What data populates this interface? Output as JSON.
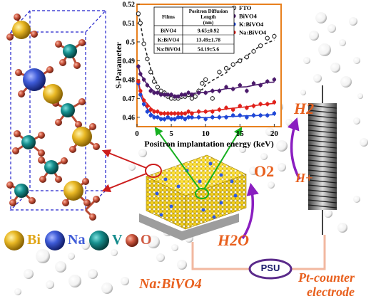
{
  "crystal_legend": [
    {
      "symbol": "Bi",
      "color": "#e6b422"
    },
    {
      "symbol": "Na",
      "color": "#3e5bd8"
    },
    {
      "symbol": "V",
      "color": "#138b8c"
    },
    {
      "symbol": "O",
      "color": "#d05a42"
    }
  ],
  "chart_data": {
    "type": "scatter",
    "xlabel": "Positron implantation energy (keV)",
    "ylabel": "S-Parameter",
    "xlim": [
      0,
      21
    ],
    "ylim": [
      0.455,
      0.52
    ],
    "xticks": [
      "0",
      "5",
      "10",
      "15",
      "20"
    ],
    "yticks": [
      "0.46",
      "0.47",
      "0.48",
      "0.49",
      "0.5",
      "0.51",
      "0.52"
    ],
    "series": [
      {
        "name": "FTO",
        "color": "#222222",
        "marker": "open-circle",
        "x": [
          0.2,
          0.5,
          1,
          1.5,
          2,
          2.5,
          3,
          3.5,
          4,
          4.5,
          5,
          5.5,
          6,
          6.5,
          7,
          7.5,
          8,
          8.5,
          9,
          9.5,
          10,
          11,
          12,
          13,
          14,
          15,
          16,
          17,
          18,
          19,
          20
        ],
        "y": [
          0.515,
          0.51,
          0.499,
          0.491,
          0.484,
          0.479,
          0.476,
          0.474,
          0.473,
          0.471,
          0.47,
          0.47,
          0.47,
          0.471,
          0.471,
          0.472,
          0.47,
          0.471,
          0.474,
          0.478,
          0.48,
          0.47,
          0.484,
          0.486,
          0.488,
          0.49,
          0.492,
          0.495,
          0.498,
          0.502,
          0.503
        ]
      },
      {
        "name": "BiVO4",
        "color": "#4b1a6b",
        "marker": "filled-circle",
        "x": [
          0.2,
          0.5,
          1,
          1.5,
          2,
          2.5,
          3,
          3.5,
          4,
          4.5,
          5,
          5.5,
          6,
          6.5,
          7,
          7.5,
          8,
          9,
          10,
          11,
          12,
          13,
          14,
          15,
          16,
          17,
          18,
          19,
          20
        ],
        "y": [
          0.487,
          0.483,
          0.48,
          0.477,
          0.474,
          0.473,
          0.473,
          0.472,
          0.472,
          0.472,
          0.472,
          0.471,
          0.471,
          0.472,
          0.472,
          0.473,
          0.472,
          0.473,
          0.473,
          0.474,
          0.474,
          0.476,
          0.475,
          0.477,
          0.474,
          0.478,
          0.477,
          0.479,
          0.48
        ]
      },
      {
        "name": "K:BiVO4",
        "color": "#1f47d6",
        "marker": "filled-circle",
        "x": [
          0.2,
          0.5,
          1,
          1.5,
          2,
          2.5,
          3,
          3.5,
          4,
          4.5,
          5,
          5.5,
          6,
          6.5,
          7,
          7.5,
          8,
          9,
          10,
          11,
          12,
          13,
          14,
          15,
          16,
          17,
          18,
          19,
          20
        ],
        "y": [
          0.478,
          0.472,
          0.467,
          0.463,
          0.461,
          0.46,
          0.46,
          0.459,
          0.459,
          0.46,
          0.459,
          0.459,
          0.46,
          0.46,
          0.459,
          0.46,
          0.46,
          0.46,
          0.459,
          0.46,
          0.46,
          0.46,
          0.461,
          0.461,
          0.46,
          0.461,
          0.461,
          0.461,
          0.462
        ]
      },
      {
        "name": "Na:BiVO4",
        "color": "#e0211b",
        "marker": "filled-circle",
        "x": [
          0.2,
          0.5,
          1,
          1.5,
          2,
          2.5,
          3,
          3.5,
          4,
          4.5,
          5,
          5.5,
          6,
          6.5,
          7,
          7.5,
          8,
          9,
          10,
          11,
          12,
          13,
          14,
          15,
          16,
          17,
          18,
          19,
          20
        ],
        "y": [
          0.479,
          0.474,
          0.469,
          0.466,
          0.464,
          0.463,
          0.463,
          0.462,
          0.462,
          0.462,
          0.462,
          0.462,
          0.462,
          0.462,
          0.462,
          0.463,
          0.462,
          0.463,
          0.463,
          0.463,
          0.464,
          0.465,
          0.464,
          0.466,
          0.465,
          0.466,
          0.467,
          0.467,
          0.468
        ]
      }
    ],
    "table": {
      "headers": [
        "Films",
        "Positron Diffusion Length (nm)"
      ],
      "rows": [
        [
          "BiVO4",
          "9.65±0.92"
        ],
        [
          "K:BiVO4",
          "13.49±1.78"
        ],
        [
          "Na:BiVO4",
          "54.19±5.6"
        ]
      ]
    }
  },
  "device": {
    "label_h2": "H2",
    "label_hplus": "H+",
    "label_o2": "O2",
    "label_h2o": "H2O",
    "psu": "PSU",
    "electrode_left": "Na:BiVO4",
    "electrode_right_line1": "Pt-counter",
    "electrode_right_line2": "electrode"
  }
}
